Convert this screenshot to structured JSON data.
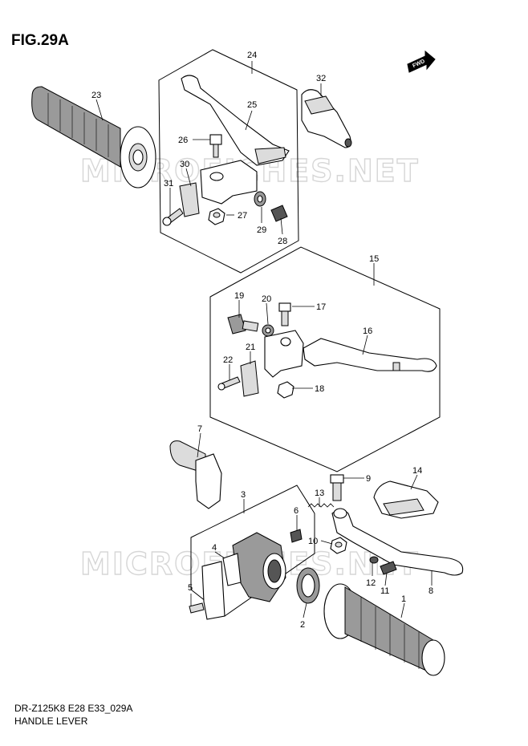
{
  "figure": {
    "title": "FIG.29A",
    "model_code": "DR-Z125K8 E28 E33_029A",
    "caption": "HANDLE LEVER",
    "fwd_label": "FWD",
    "watermark": "MICROFICHES.NET"
  },
  "callouts": [
    {
      "id": "c1",
      "label": "1"
    },
    {
      "id": "c2",
      "label": "2"
    },
    {
      "id": "c3",
      "label": "3"
    },
    {
      "id": "c4",
      "label": "4"
    },
    {
      "id": "c5",
      "label": "5"
    },
    {
      "id": "c6",
      "label": "6"
    },
    {
      "id": "c7",
      "label": "7"
    },
    {
      "id": "c8",
      "label": "8"
    },
    {
      "id": "c9",
      "label": "9"
    },
    {
      "id": "c10",
      "label": "10"
    },
    {
      "id": "c11",
      "label": "11"
    },
    {
      "id": "c12",
      "label": "12"
    },
    {
      "id": "c13",
      "label": "13"
    },
    {
      "id": "c14",
      "label": "14"
    },
    {
      "id": "c15",
      "label": "15"
    },
    {
      "id": "c16",
      "label": "16"
    },
    {
      "id": "c17",
      "label": "17"
    },
    {
      "id": "c18",
      "label": "18"
    },
    {
      "id": "c19",
      "label": "19"
    },
    {
      "id": "c20",
      "label": "20"
    },
    {
      "id": "c21",
      "label": "21"
    },
    {
      "id": "c22",
      "label": "22"
    },
    {
      "id": "c23",
      "label": "23"
    },
    {
      "id": "c24",
      "label": "24"
    },
    {
      "id": "c25",
      "label": "25"
    },
    {
      "id": "c26",
      "label": "26"
    },
    {
      "id": "c27",
      "label": "27"
    },
    {
      "id": "c28",
      "label": "28"
    },
    {
      "id": "c29",
      "label": "29"
    },
    {
      "id": "c30",
      "label": "30"
    },
    {
      "id": "c31",
      "label": "31"
    },
    {
      "id": "c32",
      "label": "32"
    }
  ]
}
